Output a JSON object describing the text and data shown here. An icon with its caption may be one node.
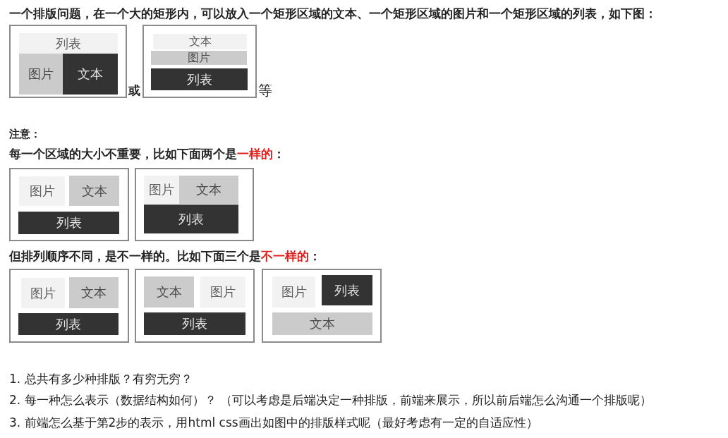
{
  "diagram": {
    "nodes": [
      {
        "text": [],
        "shape": "box"
      },
      {
        "text": [
          "列表"
        ],
        "in": 0
      },
      {
        "text": [
          "图片"
        ],
        "in": 0
      },
      {
        "text": [
          "文本"
        ],
        "in": 0
      },
      {
        "text": [],
        "shape": "box"
      },
      {
        "text": [
          "文本"
        ],
        "in": 4
      },
      {
        "text": [
          "图片"
        ],
        "in": 4
      },
      {
        "text": [
          "列表"
        ],
        "in": 4
      },
      {
        "text": [],
        "shape": "box"
      },
      {
        "text": [
          "图片"
        ],
        "in": 8
      },
      {
        "text": [
          "文本"
        ],
        "in": 8
      },
      {
        "text": [
          "列表"
        ],
        "in": 8
      },
      {
        "text": [],
        "shape": "box"
      },
      {
        "text": [
          "图片"
        ],
        "in": 12
      },
      {
        "text": [
          "文本"
        ],
        "in": 12
      },
      {
        "text": [
          "列表"
        ],
        "in": 12
      },
      {
        "text": [],
        "shape": "box"
      },
      {
        "text": [
          "图片"
        ],
        "in": 16
      },
      {
        "text": [
          "文本"
        ],
        "in": 16
      },
      {
        "text": [
          "列表"
        ],
        "in": 16
      },
      {
        "text": [],
        "shape": "box"
      },
      {
        "text": [
          "文本"
        ],
        "in": 20
      },
      {
        "text": [
          "图片"
        ],
        "in": 20
      },
      {
        "text": [
          "列表"
        ],
        "in": 20
      },
      {
        "text": [],
        "shape": "box"
      },
      {
        "text": [
          "图片"
        ],
        "in": 24
      },
      {
        "text": [
          "列表"
        ],
        "in": 24
      },
      {
        "text": [
          "文本"
        ],
        "in": 24
      }
    ],
    "labels": [
      "一个排版问题，在一个大的矩形内，可以放入一个矩形区域的文本、一个矩形区域的图片和一个矩形区域的列表，如下图：",
      "或",
      "等",
      "注意：",
      "每一个区域的大小不重要，比如下面两个是**一样的**：",
      "但排列顺序不同，是不一样的。比如下面三个是**不一样的**：",
      "1. 总共有多少种排版？有穷无穷？",
      "2. 每一种怎么表示（数据结构如何）？ （可以考虑是后端决定一种排版，前端来展示，所以前后端怎么沟通一个排版呢）",
      "3. 前端怎么基于第2步的表示，用html css画出如图中的排版样式呢（最好考虑有一定的自适应性）"
    ]
  }
}
